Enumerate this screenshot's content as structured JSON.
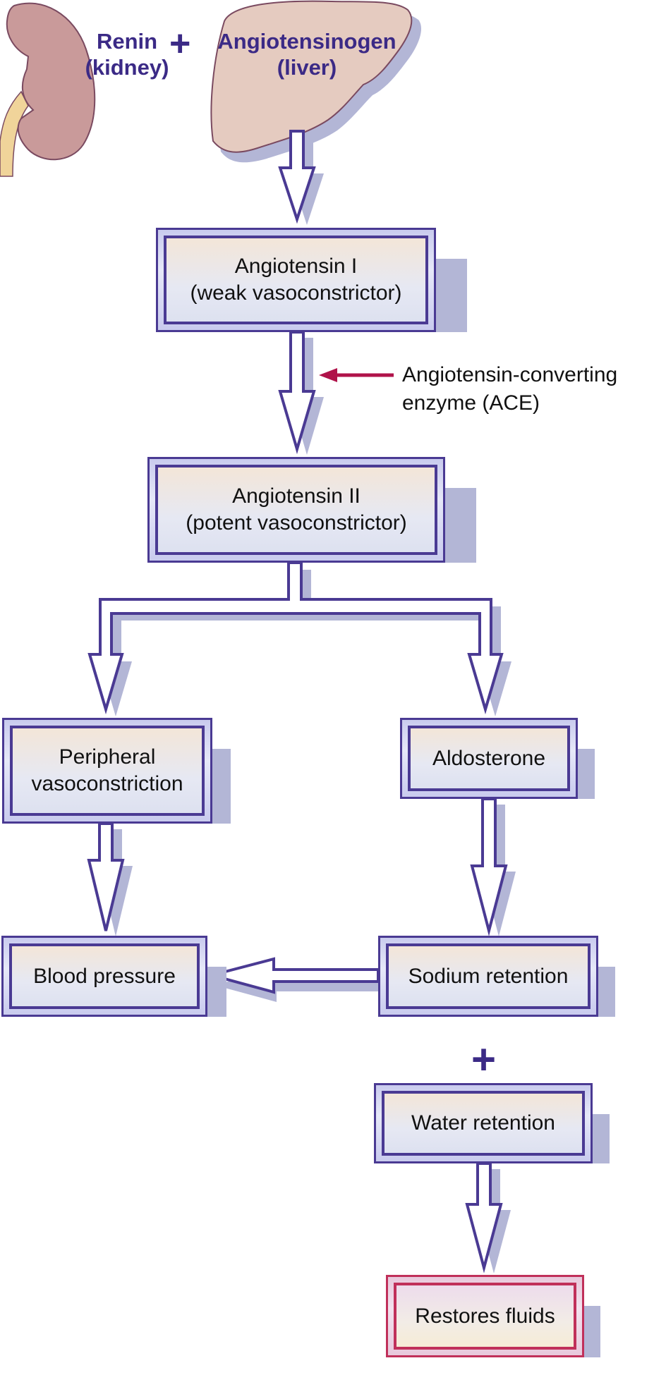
{
  "title": "Renin-angiotensin-aldosterone pathway",
  "colors": {
    "outline": "#4a3a93",
    "shadow": "#b3b6d6",
    "label": "#3b2a86",
    "ace_arrow": "#b0134a",
    "final_outline": "#c0305a"
  },
  "sources": {
    "renin": {
      "line1": "Renin",
      "line2": "(kidney)"
    },
    "plus": "+",
    "angiotensinogen": {
      "line1": "Angiotensinogen",
      "line2": "(liver)"
    }
  },
  "enzyme": {
    "line1": "Angiotensin-converting",
    "line2": "enzyme (ACE)"
  },
  "nodes": {
    "angiotensin1": {
      "line1": "Angiotensin I",
      "line2": "(weak vasoconstrictor)"
    },
    "angiotensin2": {
      "line1": "Angiotensin II",
      "line2": "(potent vasoconstrictor)"
    },
    "peripheral": {
      "line1": "Peripheral",
      "line2": "vasoconstriction"
    },
    "aldosterone": {
      "line1": "Aldosterone"
    },
    "blood_pressure": {
      "line1": "Blood pressure"
    },
    "sodium": {
      "line1": "Sodium retention"
    },
    "water": {
      "line1": "Water retention"
    },
    "restores": {
      "line1": "Restores fluids"
    }
  },
  "plus_between_sodium_water": "+",
  "edges": [
    [
      "angiotensinogen",
      "angiotensin1"
    ],
    [
      "angiotensin1",
      "angiotensin2"
    ],
    [
      "angiotensin2",
      "peripheral"
    ],
    [
      "angiotensin2",
      "aldosterone"
    ],
    [
      "peripheral",
      "blood_pressure"
    ],
    [
      "aldosterone",
      "sodium"
    ],
    [
      "sodium",
      "blood_pressure"
    ],
    [
      "water",
      "restores"
    ]
  ]
}
